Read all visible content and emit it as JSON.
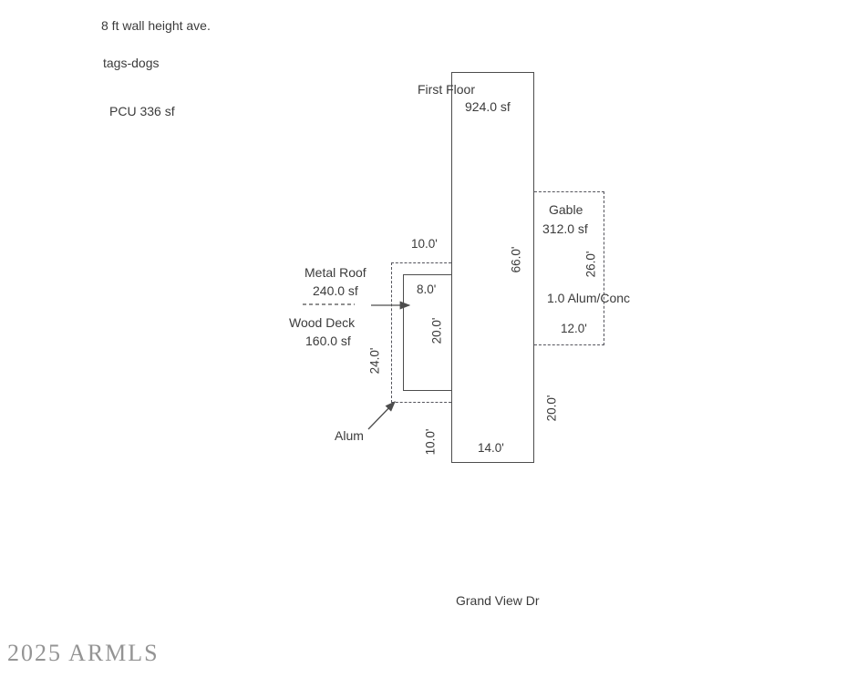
{
  "notes": {
    "wall_height": "8 ft wall height ave.",
    "tags": "tags-dogs",
    "pcu": "PCU 336 sf"
  },
  "sketch": {
    "first_floor": {
      "label": "First Floor",
      "area": "924.0 sf"
    },
    "gable": {
      "label": "Gable",
      "area": "312.0 sf"
    },
    "metal_roof": {
      "label": "Metal Roof",
      "area": "240.0 sf"
    },
    "wood_deck": {
      "label": "Wood Deck",
      "area": "160.0 sf"
    },
    "alum_callout": "Alum",
    "alum_conc_label": "1.0 Alum/Conc",
    "dimensions": {
      "metal_roof_width": "10.0'",
      "wood_deck_width": "8.0'",
      "wood_deck_depth": "20.0'",
      "metal_roof_depth": "24.0'",
      "first_floor_depth": "66.0'",
      "gable_depth": "26.0'",
      "gable_width": "12.0'",
      "lower_left_depth": "10.0'",
      "first_floor_width": "14.0'",
      "lower_right_depth": "20.0'"
    }
  },
  "footer": {
    "street_name": "Grand View Dr",
    "watermark": "2025 ARMLS"
  },
  "colors": {
    "background": "#ffffff",
    "solid_line": "#4d4d4d",
    "dashed_line": "#54545c",
    "text": "#3b3b3b",
    "watermark": "#949494"
  }
}
